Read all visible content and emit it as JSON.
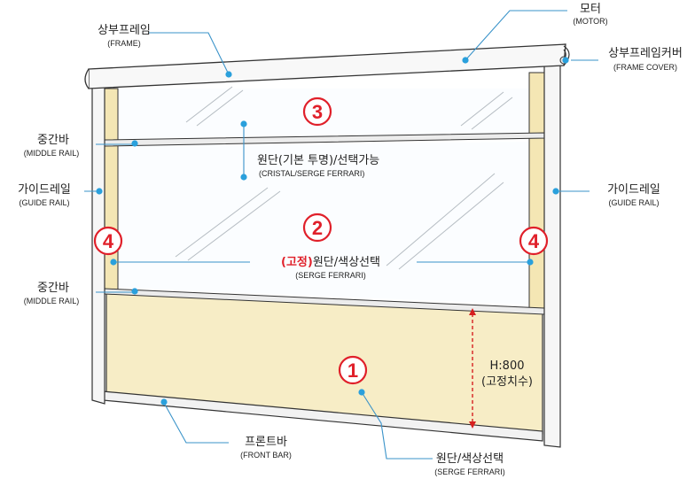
{
  "labels": {
    "frame": {
      "ko": "상부프레임",
      "en": "(FRAME)"
    },
    "motor": {
      "ko": "모터",
      "en": "(MOTOR)"
    },
    "frame_cover": {
      "ko": "상부프레임커버",
      "en": "(FRAME COVER)"
    },
    "middle_rail_top": {
      "ko": "중간바",
      "en": "(MIDDLE RAIL)"
    },
    "middle_rail_bottom": {
      "ko": "중간바",
      "en": "(MIDDLE RAIL)"
    },
    "guide_rail_left": {
      "ko": "가이드레일",
      "en": "(GUIDE RAIL)"
    },
    "guide_rail_right": {
      "ko": "가이드레일",
      "en": "(GUIDE RAIL)"
    },
    "fabric_clear": {
      "ko": "원단(기본 투명)/선택가능",
      "en": "(CRISTAL/SERGE FERRARI)"
    },
    "fabric_fixed": {
      "ko_prefix": "(고정)",
      "ko": "원단/색상선택",
      "en": "(SERGE FERRARI)"
    },
    "fabric_bottom": {
      "ko": "원단/색상선택",
      "en": "(SERGE FERRARI)"
    },
    "front_bar": {
      "ko": "프론트바",
      "en": "(FRONT BAR)"
    },
    "height": {
      "value": "H:800",
      "note": "(고정치수)"
    }
  },
  "markers": {
    "m1": "1",
    "m2": "2",
    "m3": "3",
    "m4_left": "4",
    "m4_right": "4"
  },
  "colors": {
    "marker_red": "#e0202a",
    "leader_blue": "#3a93c9",
    "panel_beige": "#f7edc6",
    "frame_outline": "#333333",
    "dimension_red": "#d62020"
  }
}
